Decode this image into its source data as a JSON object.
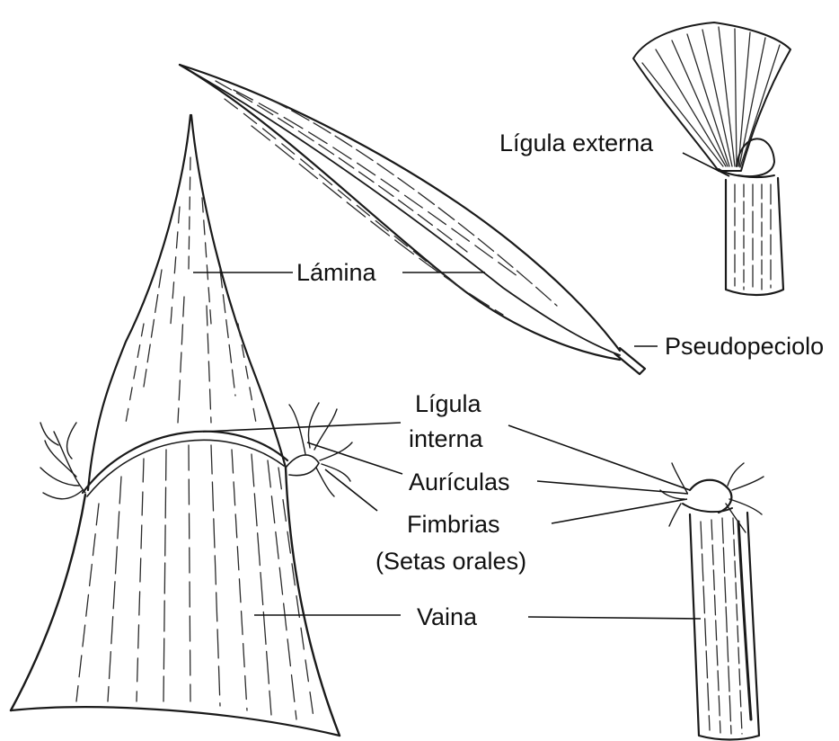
{
  "labels": {
    "ligula_externa": "Lígula externa",
    "lamina": "Lámina",
    "pseudopeciolo": "Pseudopeciolo",
    "ligula_interna_1": "Lígula",
    "ligula_interna_2": "interna",
    "auriculas": "Aurículas",
    "fimbrias": "Fimbrias",
    "setas_orales": "(Setas orales)",
    "vaina": "Vaina"
  }
}
